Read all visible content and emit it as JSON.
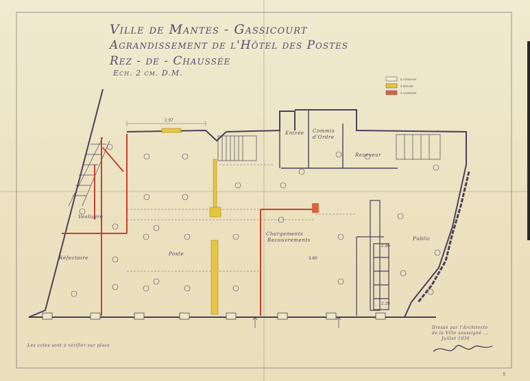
{
  "title": {
    "line1": "Ville de Mantes - Gassicourt",
    "line2": "Agrandissement de l'Hôtel des Postes",
    "line3": "Rez - de - Chaussée",
    "scale": "Ech. 2 cm. D.M."
  },
  "legend": [
    {
      "label": "à conserver",
      "color": "#f3ecd2"
    },
    {
      "label": "à démolir",
      "color": "#e6c640"
    },
    {
      "label": "à construire",
      "color": "#d9633a"
    }
  ],
  "rooms": {
    "entree": "Entrée",
    "commis": "Commis",
    "ordre": "d'Ordre",
    "receveur": "Receveur",
    "vestiaire": "Vestiaire",
    "refectoire": "Réfectoire",
    "poste": "Poste",
    "chargements1": "Chargements",
    "chargements2": "Recouvrements",
    "public": "Public"
  },
  "dimensions": {
    "top_width": "2.97",
    "right_width": "3.60",
    "dim_a": "2.80",
    "dim_b": "2.20"
  },
  "footer": {
    "note": "Les cotes sont à vérifier sur place",
    "sign1": "Dressé par l'Architecte",
    "sign2": "de la Ville soussigné ...",
    "sign3": "Juillet 1936",
    "sheet_no": "5"
  }
}
